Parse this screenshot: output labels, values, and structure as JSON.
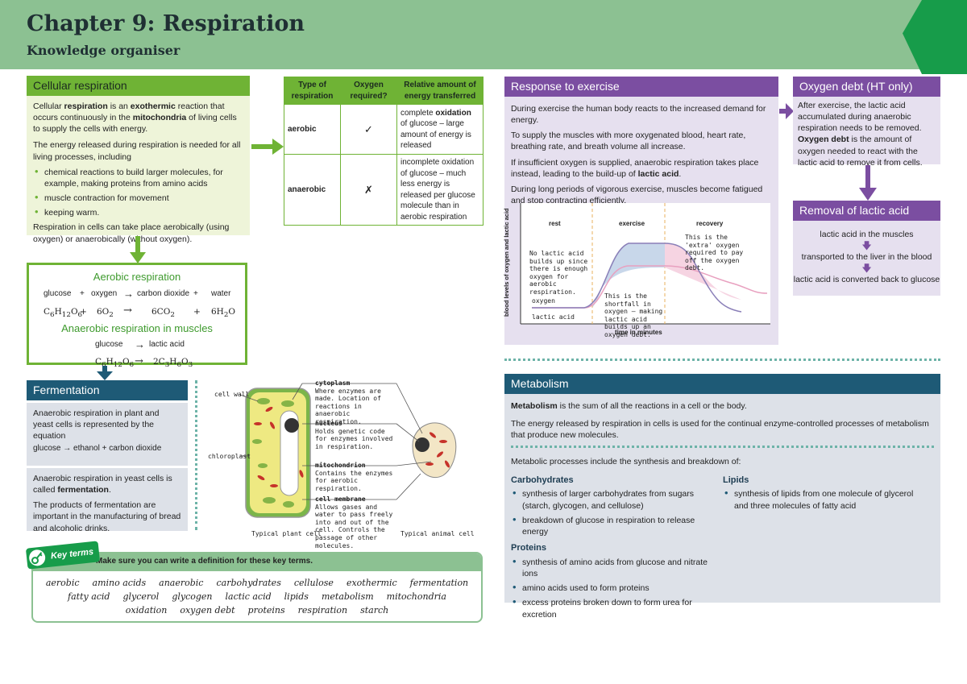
{
  "header": {
    "title": "Chapter 9: Respiration",
    "subtitle": "Knowledge organiser"
  },
  "cellular": {
    "title": "Cellular respiration",
    "p1_a": "Cellular ",
    "p1_b": "respiration",
    "p1_c": " is an ",
    "p1_d": "exothermic",
    "p1_e": " reaction that occurs continuously in the ",
    "p1_f": "mitochondria",
    "p1_g": " of living cells to supply the cells with energy.",
    "p2": "The energy released during respiration is needed for all living processes, including",
    "bullets": [
      "chemical reactions to build larger molecules, for example, making proteins from amino acids",
      "muscle contraction for movement",
      "keeping warm."
    ],
    "p3": "Respiration in cells can take place aerobically (using oxygen) or anaerobically (without oxygen)."
  },
  "table": {
    "headers": [
      "Type of respiration",
      "Oxygen required?",
      "Relative amount of energy transferred"
    ],
    "row1": {
      "type": "aerobic",
      "oxygen": "✓",
      "energy_a": "complete ",
      "energy_b": "oxidation",
      "energy_c": " of glucose – large amount of energy is released"
    },
    "row2": {
      "type": "anaerobic",
      "oxygen": "✗",
      "energy": "incomplete oxidation of glucose – much less energy is released per glucose molecule than in aerobic respiration"
    }
  },
  "aerobic": {
    "title": "Aerobic respiration",
    "words": [
      "glucose",
      "+",
      "oxygen",
      "→",
      "carbon dioxide",
      "+",
      "water"
    ],
    "formula": [
      "C6H12O6",
      "+",
      "6O2",
      "→",
      "6CO2",
      "+",
      "6H2O"
    ],
    "anaerobic_title": "Anaerobic respiration in muscles",
    "an_words": [
      "glucose",
      "→",
      "lactic acid"
    ],
    "an_formula": [
      "C6H12O6",
      "→",
      "2C3H6O3"
    ]
  },
  "fermentation": {
    "title": "Fermentation",
    "p1": "Anaerobic respiration in plant and yeast cells is represented by the equation",
    "eq": "glucose → ethanol + carbon dioxide",
    "p2_a": "Anaerobic respiration in yeast cells is called ",
    "p2_b": "fermentation",
    "p2_c": ".",
    "p3": "The products of fermentation are important in the manufacturing of bread and alcoholic drinks."
  },
  "cells": {
    "cell_wall": "cell wall",
    "chloroplast": "chloroplast",
    "cytoplasm_t": "cytoplasm",
    "cytoplasm_d": "Where enzymes are made. Location of reactions in anaerobic respiration.",
    "nucleus_t": "nucleus",
    "nucleus_d": "Holds genetic code for enzymes involved in respiration.",
    "mito_t": "mitochondrion",
    "mito_d": "Contains the enzymes for aerobic respiration.",
    "membrane_t": "cell membrane",
    "membrane_d": "Allows gases and water to pass freely into and out of the cell. Controls the passage of other molecules.",
    "plant": "Typical plant cell",
    "animal": "Typical animal cell"
  },
  "keyterms": {
    "badge": "Key terms",
    "instruction": "Make sure you can write a definition for these key terms.",
    "row1": [
      "aerobic",
      "amino acids",
      "anaerobic",
      "carbohydrates",
      "cellulose",
      "exothermic",
      "fermentation"
    ],
    "row2": [
      "fatty acid",
      "glycerol",
      "glycogen",
      "lactic acid",
      "lipids",
      "metabolism",
      "mitochondria"
    ],
    "row3": [
      "oxidation",
      "oxygen debt",
      "proteins",
      "respiration",
      "starch"
    ]
  },
  "exercise": {
    "title": "Response to exercise",
    "p1": "During exercise the human body reacts to the increased demand for energy.",
    "p2": "To supply the muscles with more oxygenated blood, heart rate, breathing rate, and breath volume all increase.",
    "p3_a": "If insufficient oxygen is supplied, anaerobic respiration takes place instead, leading to the build-up of ",
    "p3_b": "lactic acid",
    "p3_c": ".",
    "p4": "During long periods of vigorous exercise, muscles become fatigued and stop contracting efficiently."
  },
  "graph": {
    "ylabel": "blood levels of oxygen and lactic acid",
    "xlabel": "time in minutes",
    "phases": [
      "rest",
      "exercise",
      "recovery"
    ],
    "note1": "No lactic acid builds up since there is enough oxygen for aerobic respiration.",
    "note2": "This is the shortfall in oxygen – making lactic acid builds up an oxygen debt.",
    "note3": "This is the 'extra' oxygen required to pay off the oxygen debt.",
    "oxygen": "oxygen",
    "lactic": "lactic acid",
    "colors": {
      "oxygen": "#8a7fb8",
      "lactic": "#e8a0bf"
    }
  },
  "debt": {
    "title": "Oxygen debt (HT only)",
    "p1": "After exercise, the lactic acid accumulated during anaerobic respiration needs to be removed.",
    "p2_a": "Oxygen debt",
    "p2_b": " is the amount of oxygen needed to react with the lactic acid to remove it from cells."
  },
  "removal": {
    "title": "Removal of lactic acid",
    "steps": [
      "lactic acid in the muscles",
      "transported to the liver in the blood",
      "lactic acid is converted back to glucose"
    ]
  },
  "metabolism": {
    "title": "Metabolism",
    "p1_a": "Metabolism",
    "p1_b": " is the sum of all the reactions in a cell or the body.",
    "p2": "The energy released by respiration in cells is used for the continual enzyme-controlled processes of metabolism that produce new molecules.",
    "p3": "Metabolic processes include the synthesis and breakdown of:",
    "carb_title": "Carbohydrates",
    "carb": [
      "synthesis of larger carbohydrates from sugars (starch, glycogen, and cellulose)",
      "breakdown of glucose in respiration to release energy"
    ],
    "prot_title": "Proteins",
    "prot": [
      "synthesis of amino acids from glucose and nitrate ions",
      "amino acids used to form proteins",
      "excess proteins broken down to form urea for excretion"
    ],
    "lip_title": "Lipids",
    "lip": [
      "synthesis of lipids from one molecule of glycerol and three molecules of fatty acid"
    ]
  }
}
